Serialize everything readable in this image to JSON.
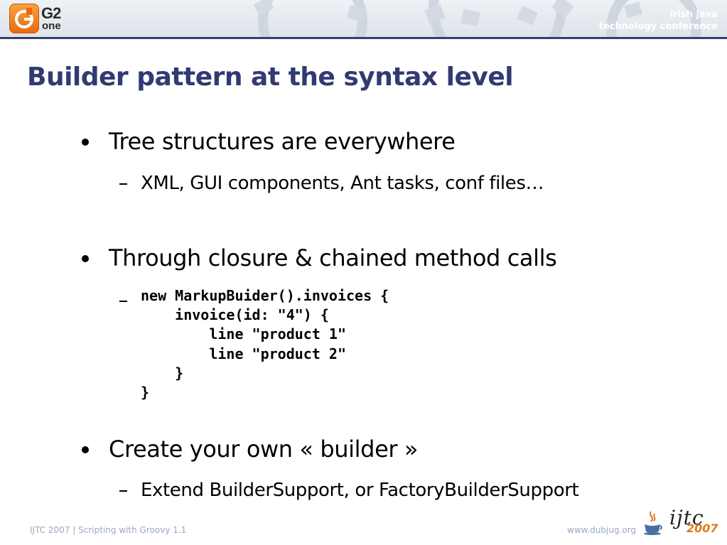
{
  "header": {
    "logo_text": "G2",
    "logo_subtext": "one",
    "conference_line1": "irish java",
    "conference_line2": "technology conference",
    "colors": {
      "band": "#dfe4ea",
      "rule": "#34406e",
      "logo_orange": "#f08a24"
    }
  },
  "slide": {
    "title": "Builder pattern at the syntax level",
    "title_color": "#313a72",
    "bullets": [
      {
        "text": "Tree structures are everywhere",
        "sub": "XML, GUI components, Ant tasks, conf files…"
      },
      {
        "text": "Through closure & chained method calls",
        "code": "new MarkupBuider().invoices {\n    invoice(id: \"4\") {\n        line \"product 1\"\n        line \"product 2\"\n    }\n}"
      },
      {
        "text": "Create your own « builder »",
        "sub": "Extend BuilderSupport, or FactoryBuilderSupport"
      }
    ]
  },
  "footer": {
    "left": "IJTC 2007 | Scripting with Groovy 1.1",
    "right": "www.dubjug.org",
    "logo_text": "ijtc",
    "logo_year": "2007",
    "icons": [
      "java-cup-icon",
      "ijtc-logo"
    ]
  }
}
